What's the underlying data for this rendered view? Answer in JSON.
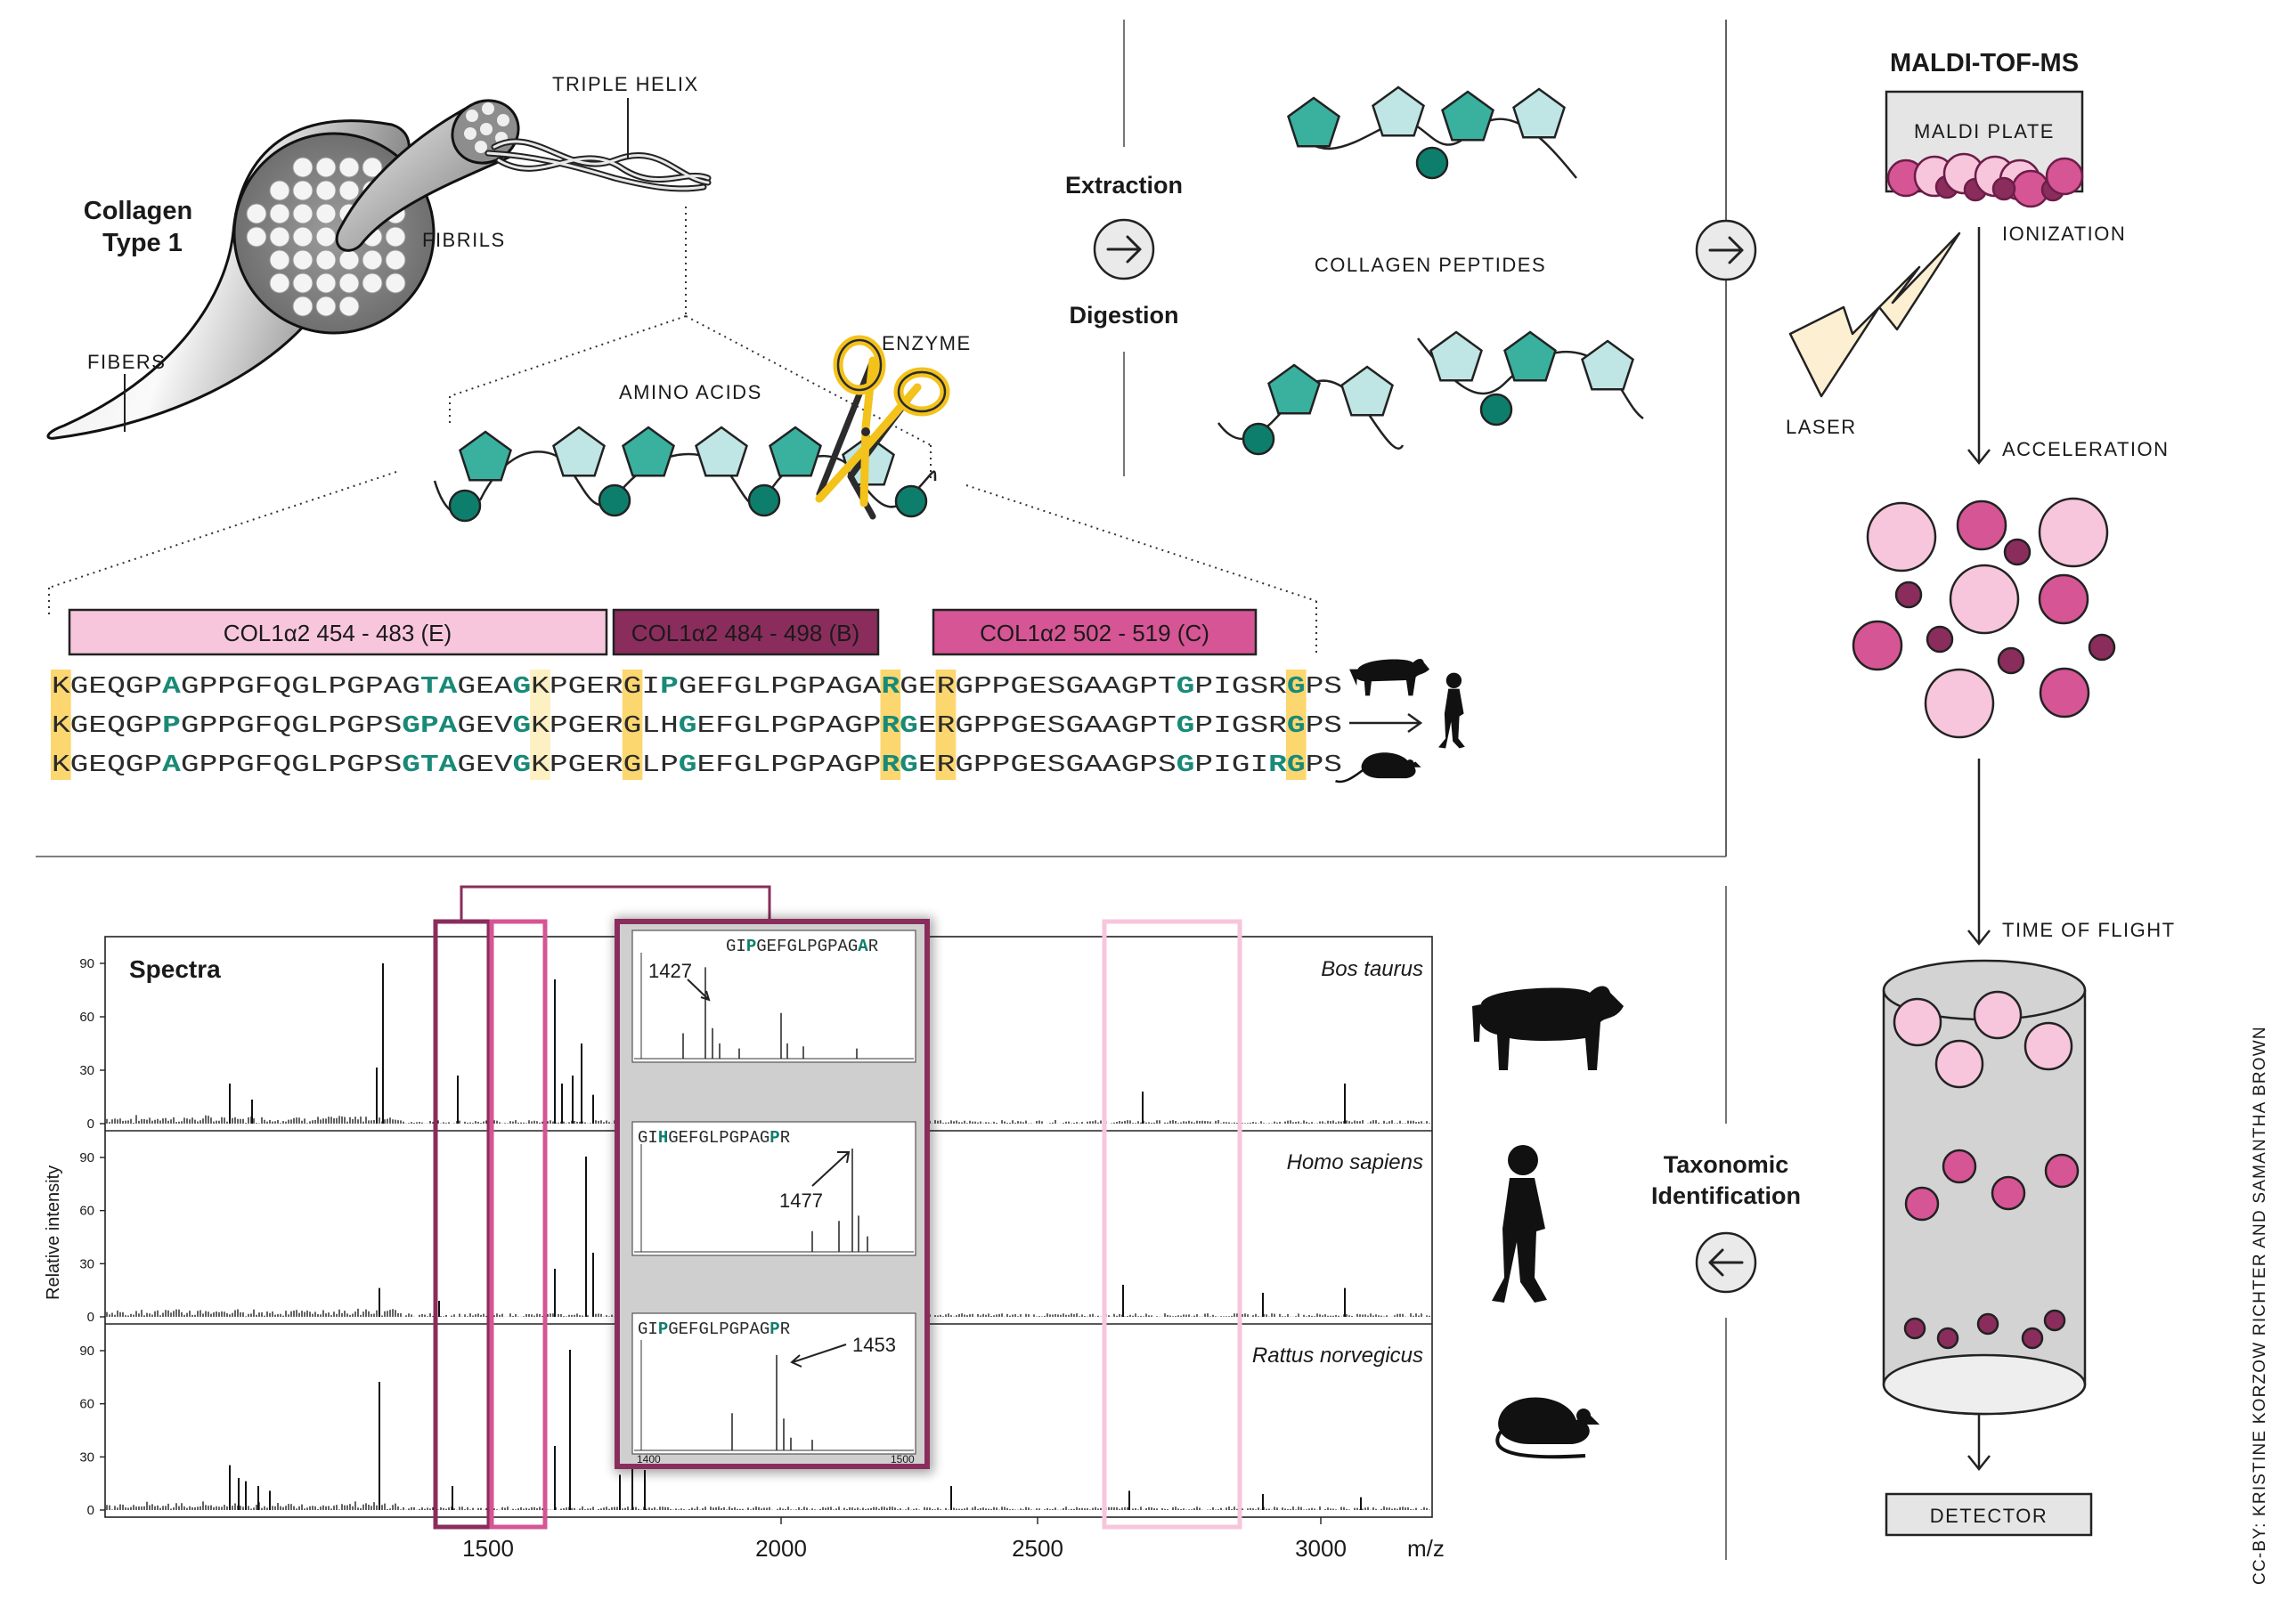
{
  "collagen": {
    "title_line1": "Collagen",
    "title_line2": "Type 1",
    "triple_helix": "TRIPLE HELIX",
    "fibrils": "FIBRILS",
    "fibers": "FIBERS",
    "enzyme": "ENZYME",
    "amino_acids": "AMINO ACIDS"
  },
  "process": {
    "extraction": "Extraction",
    "digestion": "Digestion",
    "collagen_peptides": "COLLAGEN PEPTIDES"
  },
  "maldi": {
    "title": "MALDI-TOF-MS",
    "plate": "MALDI PLATE",
    "ionization": "IONIZATION",
    "laser": "LASER",
    "acceleration": "ACCELERATION",
    "time_of_flight": "TIME OF FLIGHT",
    "detector": "DETECTOR"
  },
  "taxonomic": {
    "line1": "Taxonomic",
    "line2": "Identification"
  },
  "credit": "CC-BY: KRISTINE KORZOW RICHTER AND SAMANTHA BROWN",
  "peptide_labels": [
    {
      "text": "COL1α2 454 - 483 (E)",
      "color": "#f7c6dc",
      "text_color": "#1a1a1a"
    },
    {
      "text": "COL1α2 484 - 498 (B)",
      "color": "#8a2d5c",
      "text_color": "#ffffff"
    },
    {
      "text": "COL1α2 502 - 519 (C)",
      "color": "#d65594",
      "text_color": "#ffffff"
    }
  ],
  "sequences": [
    "KGEQGPAGPPGFQGLPGPAGTAGEAGKPGERGIPGEFGLPGPAGARGERGPPGESGAAGPTGPIGSRGPS",
    "KGEQGPPGPPGFQGLPGPSGPAGEVGKPGERGLHGEFGLPGPAGPRGERGPPGESGAAGPTGPIGSRGPS",
    "KGEQGPAGPPGFQGLPGPSGTAGEVGKPGERGLPGEFGLPGPAGPRGERGPPGESGAAGPSGPIGIRGPS"
  ],
  "sequence_highlights": [
    [
      6,
      20,
      21,
      25,
      33,
      45,
      61,
      67
    ],
    [
      6,
      19,
      20,
      21,
      25,
      34,
      45,
      46,
      61,
      67
    ],
    [
      6,
      19,
      20,
      21,
      25,
      34,
      45,
      46,
      61,
      66,
      67
    ]
  ],
  "cleavage_columns": [
    0,
    31,
    45,
    48,
    67
  ],
  "light_cleavage_columns": [
    26
  ],
  "spectra": {
    "title": "Spectra",
    "ylabel": "Relative intensity",
    "xlabel": "m/z",
    "x_ticks": [
      "1500",
      "2000",
      "2500",
      "3000"
    ],
    "y_ticks": [
      "0",
      "30",
      "60",
      "90"
    ],
    "species": [
      "Bos taurus",
      "Homo sapiens",
      "Rattus norvegicus"
    ]
  },
  "insets": [
    {
      "peptide": "GIPGEFGLPGPAGAR",
      "peak": "1427",
      "hl": [
        2,
        13
      ]
    },
    {
      "peptide": "GIHGEFGLPGPAGPR",
      "peak": "1477",
      "hl": [
        2,
        13
      ]
    },
    {
      "peptide": "GIPGEFGLPGPAGPR",
      "peak": "1453",
      "hl": [
        2,
        13
      ]
    }
  ],
  "inset_axis": [
    "1400",
    "1500"
  ],
  "colors": {
    "teal": "#3ab09e",
    "teal_dark": "#0e7e6c",
    "light_teal": "#bfe5e4",
    "pink_light": "#f7c6dc",
    "pink_mid": "#d65594",
    "plum": "#8a2d5c",
    "yellow": "#fcd770",
    "laser": "#fdf0d2",
    "scissors": "#f3c21b"
  }
}
